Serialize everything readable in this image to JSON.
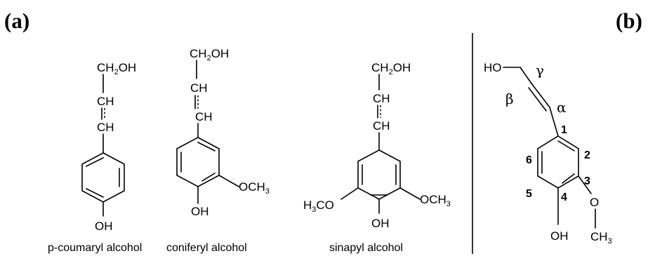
{
  "panels": {
    "a": "(a)",
    "b": "(b)"
  },
  "molecules": [
    {
      "name": "p-coumaryl alcohol",
      "top_group": "CH",
      "top_group_sub": "2",
      "top_group_tail": "OH",
      "chain_upper": "CH",
      "chain_lower": "CH",
      "bottom_group": "OH"
    },
    {
      "name": "coniferyl alcohol",
      "top_group": "CH",
      "top_group_sub": "2",
      "top_group_tail": "OH",
      "chain_upper": "CH",
      "chain_lower": "CH",
      "bottom_group": "OH",
      "right_group": "OCH",
      "right_group_sub": "3"
    },
    {
      "name": "sinapyl alcohol",
      "top_group": "CH",
      "top_group_sub": "2",
      "top_group_tail": "OH",
      "chain_upper": "CH",
      "chain_lower": "CH",
      "bottom_group": "OH",
      "right_group": "OCH",
      "right_group_sub": "3",
      "left_group_h": "H",
      "left_group_sub": "3",
      "left_group_tail": "CO"
    }
  ],
  "numbered_structure": {
    "top_group": "HO",
    "greek": {
      "gamma": "γ",
      "beta": "β",
      "alpha": "α"
    },
    "positions": [
      "1",
      "2",
      "3",
      "4",
      "5",
      "6"
    ],
    "bottom_group": "OH",
    "ether_o": "O",
    "methyl": "CH",
    "methyl_sub": "3"
  }
}
